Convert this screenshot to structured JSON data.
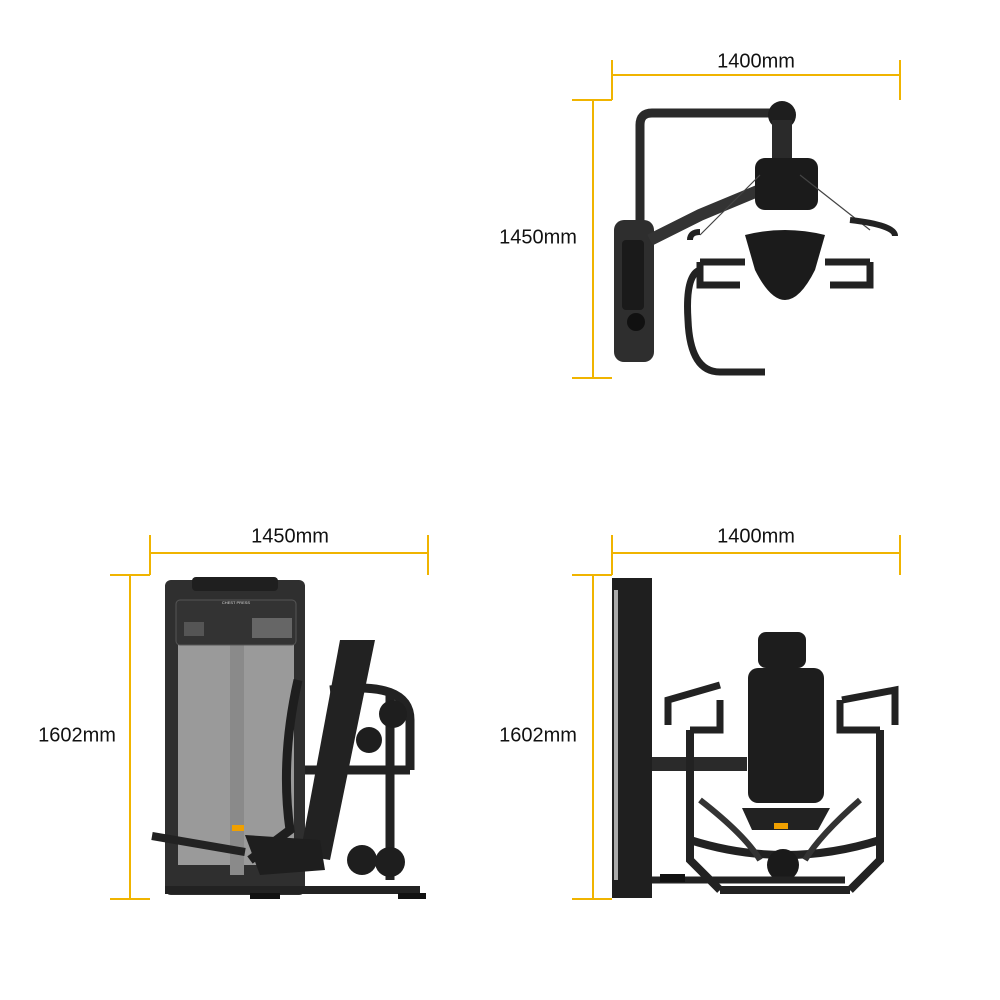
{
  "accent_color": "#f0b400",
  "views": {
    "top": {
      "width_label": "1400mm",
      "depth_label": "1450mm"
    },
    "side": {
      "width_label": "1450mm",
      "height_label": "1602mm",
      "decal": "CHEST PRESS"
    },
    "front": {
      "width_label": "1400mm",
      "height_label": "1602mm"
    }
  }
}
